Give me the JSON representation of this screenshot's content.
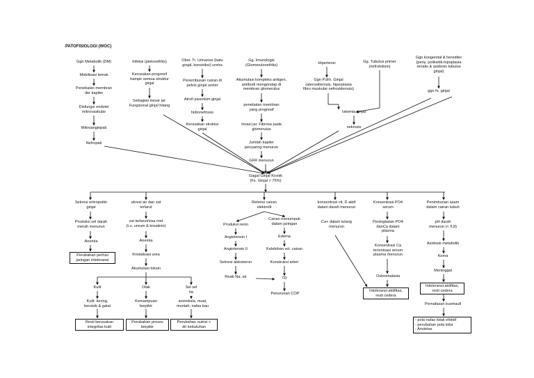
{
  "title": "PATOFISIOLOGI (WOC)",
  "causes": {
    "dm": [
      "Ggn Metabolik (DM)",
      "Mobilisasi lemak",
      "Penebalan membran\nder kapiler",
      "Disfungsi endotel\nmikrovaskular",
      "Mikroangiopati",
      "Nefropati"
    ],
    "infeksi": [
      "Infeksi (pielonefritis)",
      "Kerusakan progresif\nhampir semua struktur\nginjal",
      "Sebagian besar jar.\nFungsional ginjal hilang"
    ],
    "obstruksi": [
      "Obst. Tr. Urinarius (batu\nginjal, konstriksi) uretra",
      "Penembusan cairan di\npelvis ginjal ureter",
      "Atrofi parenkim ginjal",
      "hidronefrosis",
      "Kerusakan struktur\nginjal"
    ],
    "imun": [
      "Gg. Imunologis\n(Glomerulonefritis)",
      "Akumulasi kompleks antigen,\nantibodi mengendap di\nmembran glomerulus",
      "penebalan membran\nyang progresif",
      "Invasi jar. Fibrosa pada\nglomerulus",
      "Jumlah kapiler\npenyaring menurun",
      "GFR menurun"
    ],
    "hipertensi": [
      "Hipertensi",
      "Ggn P.drh. Ginjal\n(aterosklerosis, hiperplasia\nfibro muskular nefrosklerosis)"
    ],
    "tubulus": [
      "Gg. Tubulus primer\n(nefrotoksin)"
    ],
    "iskemia": [
      "Iskemia ginjal",
      "nekrosis"
    ],
    "kongenital": [
      "Ggn kongenital & herediter\n(peny. polikistik-hipoplasia\nrenalis & asidosis tubulus\nginjal)",
      "ggn fs. ginjal"
    ]
  },
  "center": "Gagal Ginjal Kronik\n(Fs. Ginjal > 75%)",
  "branches": {
    "eritropoitin": [
      "Sekresi eritropoitin\nginjal",
      "Produksi sel darah\nmerah menurun",
      "Anemia"
    ],
    "retensi": [
      "ekresi air dan zat\nterlarut",
      "zat terlarut/sisa met\n(t.u. ureum  & kreatinin)",
      "Anemia",
      "Kristalisasi urea",
      "Akumulasi toksin"
    ],
    "kulit": [
      "Kulit",
      "Kulit: kering,\nbersisik & gatal"
    ],
    "otak": [
      "Otak",
      "Kemampuan\nberpikir"
    ],
    "selsel": [
      "Sel sel\ntia",
      "anoreksia, mual,\nmuntah, nafas bau"
    ],
    "cairan": [
      "Retensi cairan\nelektrolit",
      "Produksi renin",
      "Angiotensin I",
      "Angiotensin II",
      "Sekresi aldosteron",
      "Reab Na, air",
      "Cairan menumpuk\ndalam jaringan",
      "Edema",
      "Kelebihan vol. cairan",
      "Konstruksi arteri",
      "TD",
      "Penurunan COP"
    ],
    "vitd": [
      "konsentrasi vit. D aktif\ndalam darah menurun",
      "Ca+ dalam tulang\nmenurun"
    ],
    "po4": [
      "Konsentrasi PO4\nserum",
      "Peningkatan PO4\ndanCa dalam\nplasma",
      "Konsentrasi Ca\nterionisasi serum\nplasma menurun",
      "Osteomalasia"
    ],
    "asam": [
      "Penimbunan asam\ndalam cairan tubuh",
      "pH darah\nmenurun (< 6,8)",
      "Asidosis metabolik",
      "Koma",
      "Meninggal",
      "Pernafasan kusmaull"
    ]
  },
  "diagnoses": {
    "perfusi": "Perubahan perfusi\njaringan inteleransi",
    "integritas": "Resti kerusakan\nintegritas kulit",
    "proses": "Perubahan proses\nberpikir",
    "nutrisi": "Perubahan nutrisi <\ndri kebutuhan",
    "cedera": "Intoleransi aktifitas,\nresti cedera",
    "aktifitas": "Intoleransi aktifitas,\nresti cedera",
    "ansietas": "- pola nafas tidak efektif\n- perubahan pola tidur\n- Ansietas"
  }
}
